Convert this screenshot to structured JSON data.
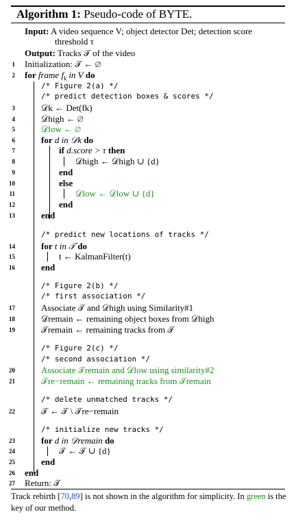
{
  "title": {
    "label": "Algorithm 1:",
    "text": "Pseudo-code of BYTE."
  },
  "io": {
    "input_label": "Input:",
    "input_text": "A video sequence V; object detector Det; detection score",
    "input_text2": "threshold τ",
    "output_label": "Output:",
    "output_text": "Tracks 𝒯 of the video"
  },
  "lines": {
    "l1": "Initialization: 𝒯 ← ∅",
    "l2_kw": "for",
    "l2_rest": "frame f",
    "l2_sub": "k",
    "l2_in": "in V",
    "l2_do": "do",
    "c_fig2a": "/* Figure 2(a) */",
    "c_predict_det": "/* predict detection boxes & scores */",
    "l3": "𝒟k ← Det(fk)",
    "l4": "𝒟high ← ∅",
    "l5": "𝒟low ← ∅",
    "l6_kw": "for",
    "l6_rest": "d in 𝒟k",
    "l6_do": "do",
    "l7_kw": "if",
    "l7_rest": "d.score > τ",
    "l7_then": "then",
    "l8": "𝒟high ← 𝒟high ∪ {d}",
    "l9": "end",
    "l10": "else",
    "l11": "𝒟low ← 𝒟low ∪ {d}",
    "l12": "end",
    "l13": "end",
    "c_predict_tracks": "/* predict new locations of tracks */",
    "l14_kw": "for",
    "l14_rest": "t in 𝒯",
    "l14_do": "do",
    "l15": "t ← KalmanFilter(t)",
    "l16": "end",
    "c_fig2b": "/* Figure 2(b) */",
    "c_first": "/* first association */",
    "l17": "Associate 𝒯 and 𝒟high using Similarity#1",
    "l18": "𝒟remain ← remaining object boxes from 𝒟high",
    "l19": "𝒯remain ← remaining tracks from 𝒯",
    "c_fig2c": "/* Figure 2(c) */",
    "c_second": "/* second association */",
    "l20": "Associate 𝒯remain and 𝒟low using similarity#2",
    "l21": "𝒯re−remain ← remaining tracks from 𝒯remain",
    "c_delete": "/* delete unmatched tracks */",
    "l22": "𝒯 ← 𝒯 \\ 𝒯re−remain",
    "c_init": "/* initialize new tracks */",
    "l23_kw": "for",
    "l23_rest": "d in 𝒟remain",
    "l23_do": "do",
    "l24": "𝒯 ← 𝒯 ∪ {d}",
    "l25": "end",
    "l26": "end",
    "l27": "Return: 𝒯"
  },
  "numbers": [
    "1",
    "2",
    "3",
    "4",
    "5",
    "6",
    "7",
    "8",
    "9",
    "10",
    "11",
    "12",
    "13",
    "14",
    "15",
    "16",
    "17",
    "18",
    "19",
    "20",
    "21",
    "22",
    "23",
    "24",
    "25",
    "26",
    "27"
  ],
  "caption": {
    "pre": "Track rebirth [",
    "cite1": "70",
    "sep": ",",
    "cite2": "89",
    "mid": "] is not shown in the algorithm for simplicity. In ",
    "green_word": "green",
    "post": " is the key of our method."
  },
  "colors": {
    "green": "#1a8c1a",
    "cite": "#2a4fbf"
  }
}
